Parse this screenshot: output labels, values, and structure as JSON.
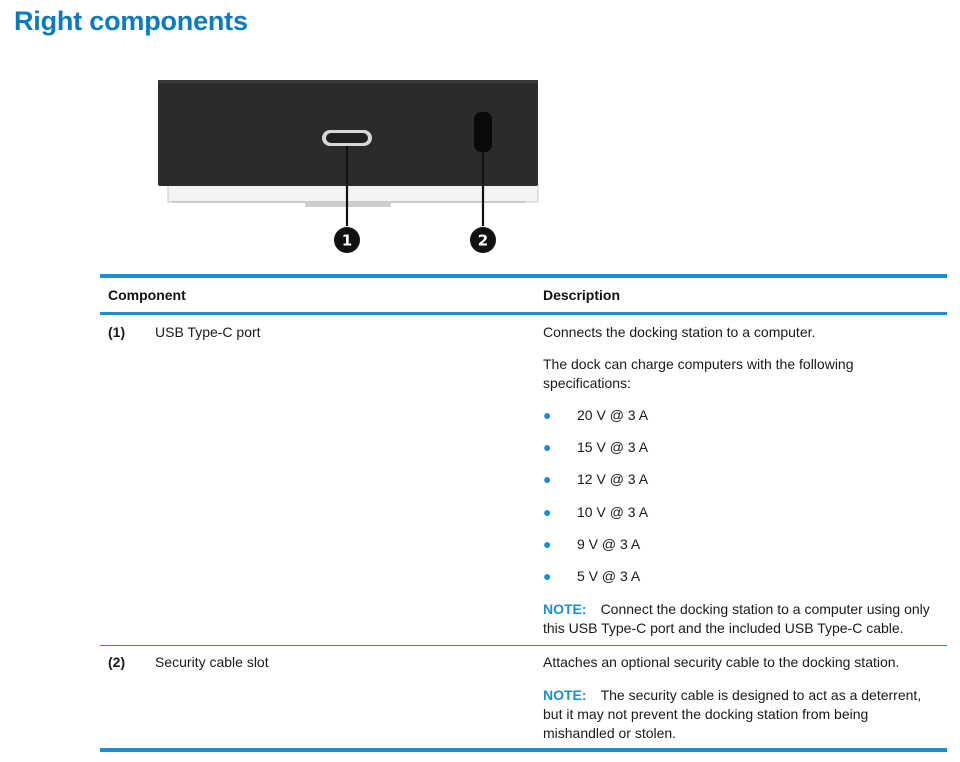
{
  "page": {
    "title": "Right components"
  },
  "figure": {
    "callouts": [
      "1",
      "2"
    ],
    "icons": [
      "usb-type-c-port-icon",
      "security-cable-slot-icon"
    ]
  },
  "table": {
    "headers": {
      "component": "Component",
      "description": "Description"
    },
    "rows": [
      {
        "number": "(1)",
        "name": "USB Type-C port",
        "description": "Connects the docking station to a computer.",
        "description2": "The dock can charge computers with the following specifications:",
        "bullets": [
          "20 V @ 3 A",
          "15 V @ 3 A",
          "12 V @ 3 A",
          "10 V @ 3 A",
          "9 V @ 3 A",
          "5 V @ 3 A"
        ],
        "note_label": "NOTE:",
        "note_text": "Connect the docking station to a computer using only this USB Type-C port and the included USB Type-C cable."
      },
      {
        "number": "(2)",
        "name": "Security cable slot",
        "description": "Attaches an optional security cable to the docking station.",
        "note_label": "NOTE:",
        "note_text": "The security cable is designed to act as a deterrent, but it may not prevent the docking station from being mishandled or stolen."
      }
    ]
  },
  "colors": {
    "title": "#0b7bc1",
    "rule": "#1b8fd1",
    "note": "#1b8fd1",
    "device_body": "#2b2b2b"
  }
}
